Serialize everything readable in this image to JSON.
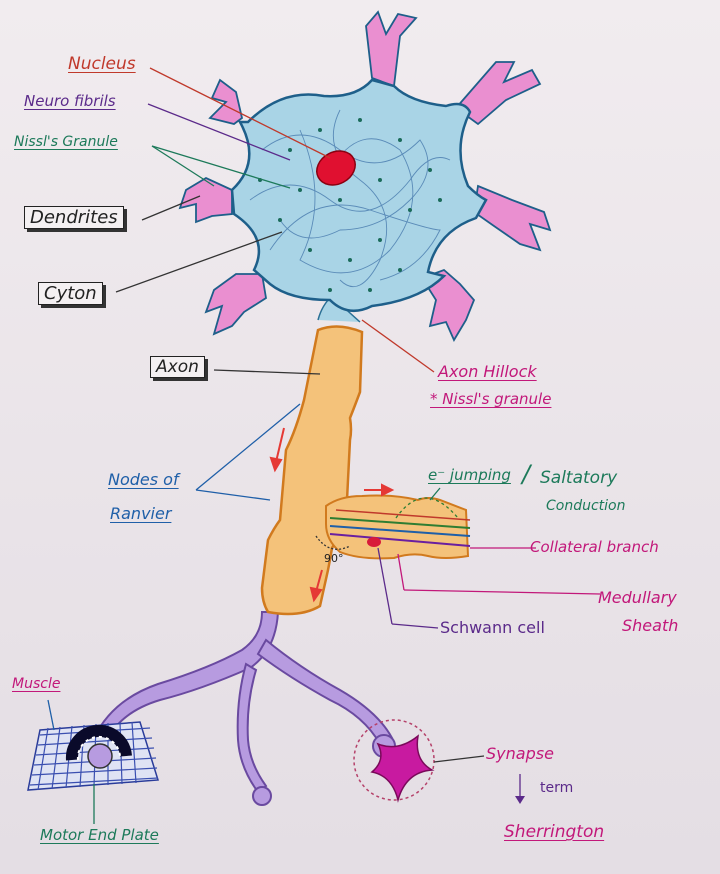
{
  "labels": {
    "nucleus": "Nucleus",
    "neuro_fibrils": "Neuro fibrils",
    "nissl_granule": "Nissl's Granule",
    "dendrites": "Dendrites",
    "cyton": "Cyton",
    "axon": "Axon",
    "axon_hillock": "Axon Hillock",
    "nissl_granule_note": "* Nissl's granule",
    "nodes_of_ranvier_line1": "Nodes of",
    "nodes_of_ranvier_line2": "Ranvier",
    "e_jumping": "e⁻ jumping",
    "saltatory": "Saltatory",
    "conduction": "Conduction",
    "angle": "90°",
    "collateral_branch": "Collateral branch",
    "medullary_line1": "Medullary",
    "medullary_line2": "Sheath",
    "schwann_cell": "Schwann cell",
    "muscle": "Muscle",
    "motor_end_plate": "Motor End Plate",
    "synapse": "Synapse",
    "term": "term",
    "sherrington": "Sherrington"
  },
  "colors": {
    "cyton_fill": "#a9d4e6",
    "dendrite_tip": "#ea8fd0",
    "nucleus": "#e01030",
    "axon_fill": "#f4c27a",
    "terminal": "#b79be0",
    "synapse_knob": "#c81aa0",
    "muscle": "#3a4fb0",
    "label_red": "#c0392b",
    "label_blue": "#1f5fa8",
    "label_magenta": "#c2187a",
    "label_green": "#1d7a5a",
    "label_purple": "#5b2a8a"
  }
}
